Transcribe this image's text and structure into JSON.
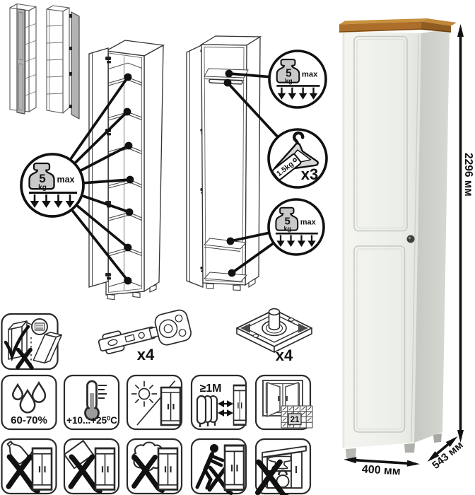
{
  "load_icon": {
    "weight": "5",
    "unit": "kg",
    "max_label": "max"
  },
  "hanger_icon": {
    "tag": "1.5kg",
    "count": "x3"
  },
  "hardware": {
    "hinge_quantity": "x4",
    "foot_quantity": "x4"
  },
  "care": {
    "humidity_range": "60-70%",
    "temperature_range": "+10...+25",
    "temperature_degree": "0",
    "temperature_unit": "C",
    "heater_distance": "≥1М",
    "acclimatization_days": "21"
  },
  "dimensions": {
    "height": "2296 мм",
    "width": "400 мм",
    "depth": "543 мм"
  },
  "colors": {
    "line": "#1c1c1c",
    "grey_fill": "#c9c9c9",
    "door_grey": "#b3b3b3",
    "wood_front": "#ad6f2b",
    "wood_top": "#c8913d",
    "cabinet_front": "#eff0ec",
    "cabinet_side": "#dcded8"
  }
}
